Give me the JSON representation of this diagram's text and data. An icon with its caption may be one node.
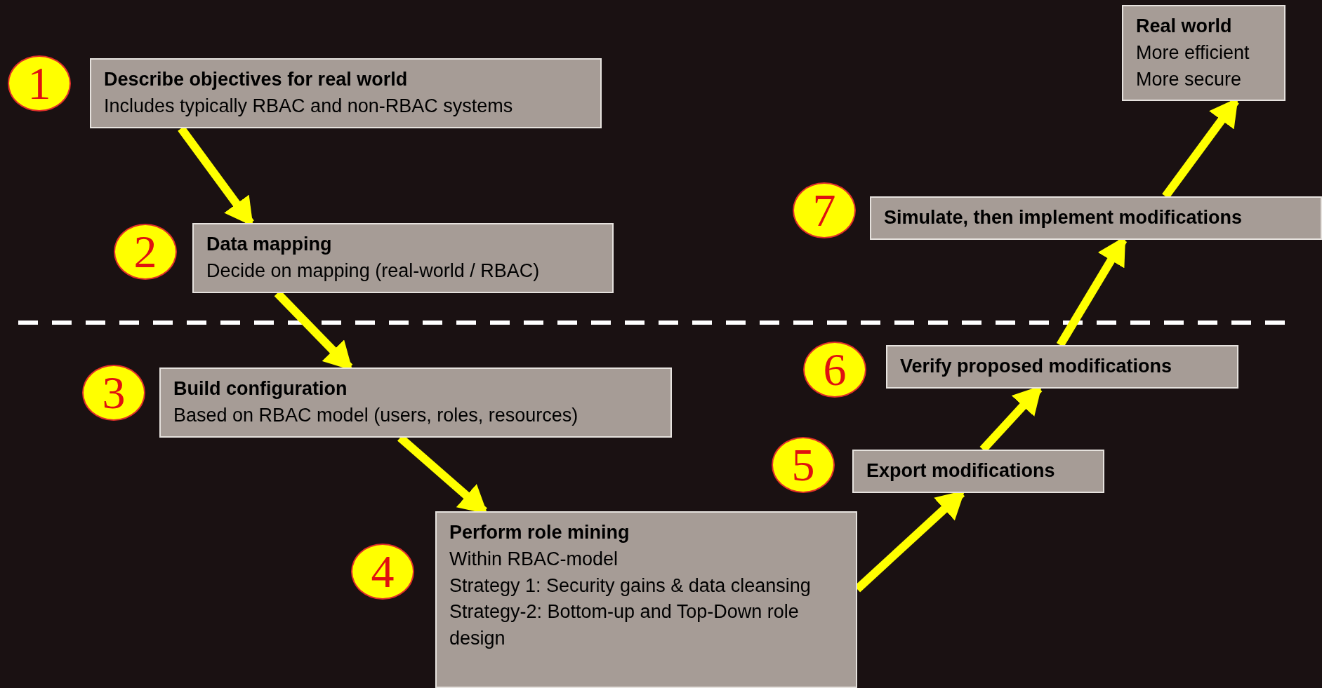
{
  "diagram": {
    "nodes": [
      {
        "text": [
          "1"
        ]
      },
      {
        "text": [
          "Describe objectives for real world",
          "Includes typically RBAC and non-RBAC systems"
        ]
      },
      {
        "text": [
          "2"
        ]
      },
      {
        "text": [
          "Data mapping",
          "Decide on mapping (real-world / RBAC)"
        ]
      },
      {
        "text": [
          "3"
        ]
      },
      {
        "text": [
          "Build configuration",
          "Based on RBAC model  (users, roles, resources)"
        ]
      },
      {
        "text": [
          "4"
        ]
      },
      {
        "text": [
          "Perform role mining",
          "Within RBAC-model",
          "Strategy 1: Security gains & data cleansing",
          "Strategy-2: Bottom-up and Top-Down role design"
        ]
      },
      {
        "text": [
          "5"
        ]
      },
      {
        "text": [
          "Export modifications"
        ]
      },
      {
        "text": [
          "6"
        ]
      },
      {
        "text": [
          "Verify proposed modifications"
        ]
      },
      {
        "text": [
          "7"
        ]
      },
      {
        "text": [
          "Simulate, then implement modifications"
        ]
      },
      {
        "text": [
          "Real world",
          "More efficient",
          "More secure"
        ]
      }
    ],
    "edges": [
      {
        "from": 1,
        "to": 3,
        "arrow": "to"
      },
      {
        "from": 3,
        "to": 5,
        "arrow": "to"
      },
      {
        "from": 5,
        "to": 7,
        "arrow": "to"
      },
      {
        "from": 7,
        "to": 9,
        "arrow": "to"
      },
      {
        "from": 9,
        "to": 11,
        "arrow": "to"
      },
      {
        "from": 11,
        "to": 13,
        "arrow": "to"
      },
      {
        "from": 13,
        "to": 14,
        "arrow": "to"
      }
    ]
  }
}
